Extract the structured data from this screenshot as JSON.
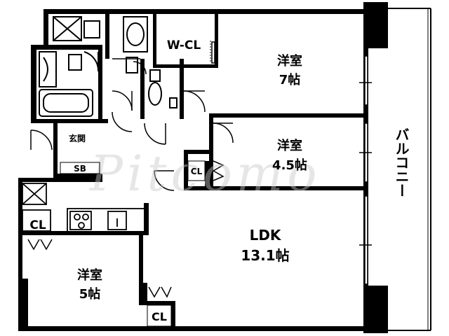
{
  "rooms": {
    "wcl": "W-CL",
    "bedroom1_name": "洋室",
    "bedroom1_size": "7帖",
    "bedroom2_name": "洋室",
    "bedroom2_size": "4.5帖",
    "ldk_name": "LDK",
    "ldk_size": "13.1帖",
    "bedroom3_name": "洋室",
    "bedroom3_size": "5帖",
    "entrance": "玄関",
    "shoe_box": "SB",
    "closet_hall": "CL",
    "closet_kitchen": "CL",
    "closet_bottom": "CL",
    "balcony": "バルコニー"
  },
  "watermark": "Pitcomo"
}
